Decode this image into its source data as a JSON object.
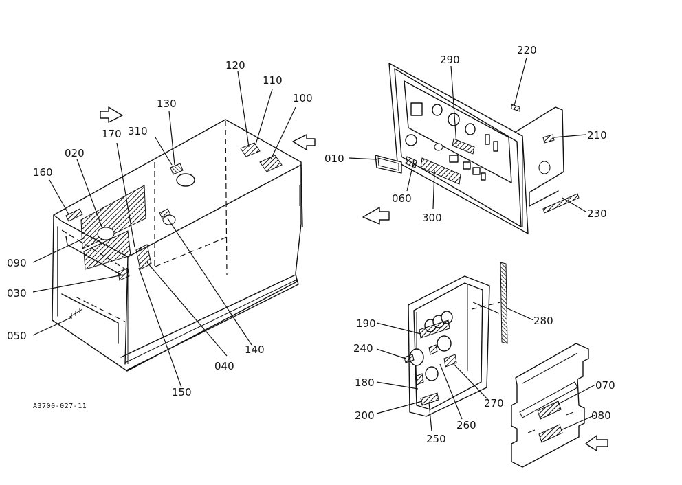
{
  "figure_code": "A3700-027-11",
  "callouts": {
    "c010": "010",
    "c020": "020",
    "c030": "030",
    "c040": "040",
    "c050": "050",
    "c060": "060",
    "c070": "070",
    "c080": "080",
    "c090": "090",
    "c100": "100",
    "c110": "110",
    "c120": "120",
    "c130": "130",
    "c140": "140",
    "c150": "150",
    "c160": "160",
    "c170": "170",
    "c180": "180",
    "c190": "190",
    "c200": "200",
    "c210": "210",
    "c220": "220",
    "c230": "230",
    "c240": "240",
    "c250": "250",
    "c260": "260",
    "c270": "270",
    "c280": "280",
    "c290": "290",
    "c300": "300",
    "c310": "310"
  }
}
